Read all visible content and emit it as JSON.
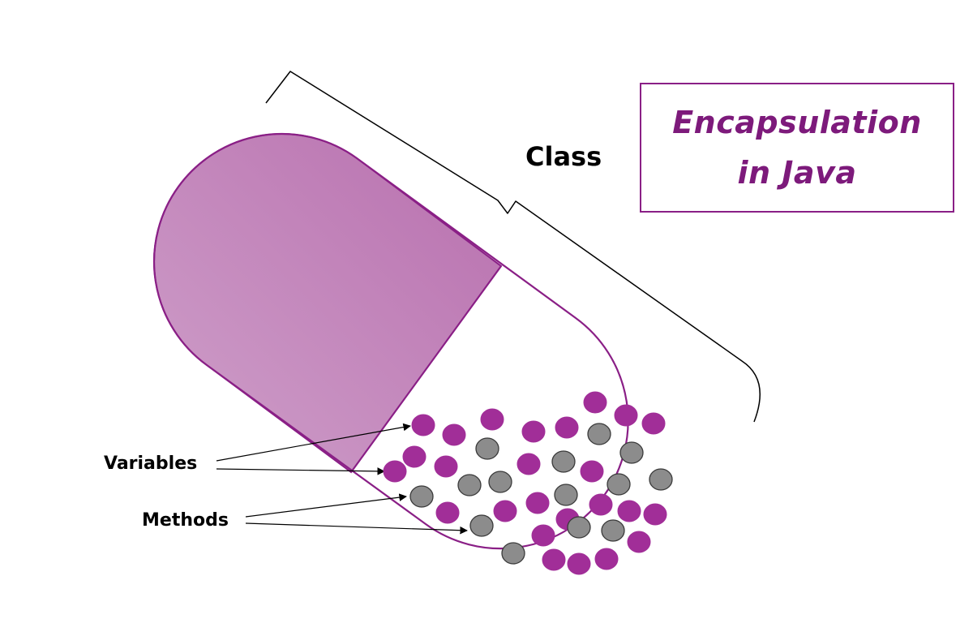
{
  "title": {
    "line1": "Encapsulation",
    "line2": "in Java"
  },
  "labels": {
    "class": "Class",
    "variables": "Variables",
    "methods": "Methods"
  },
  "colors": {
    "accent": "#8a1f86",
    "capsule_fill_start": "#cf9ec9",
    "capsule_fill_end": "#b972b1",
    "variable_dot": "#a12e98",
    "method_dot": "#8c8c8c",
    "text": "#000000"
  },
  "icons": {
    "capsule": "capsule-icon",
    "brace": "curly-brace-icon"
  }
}
